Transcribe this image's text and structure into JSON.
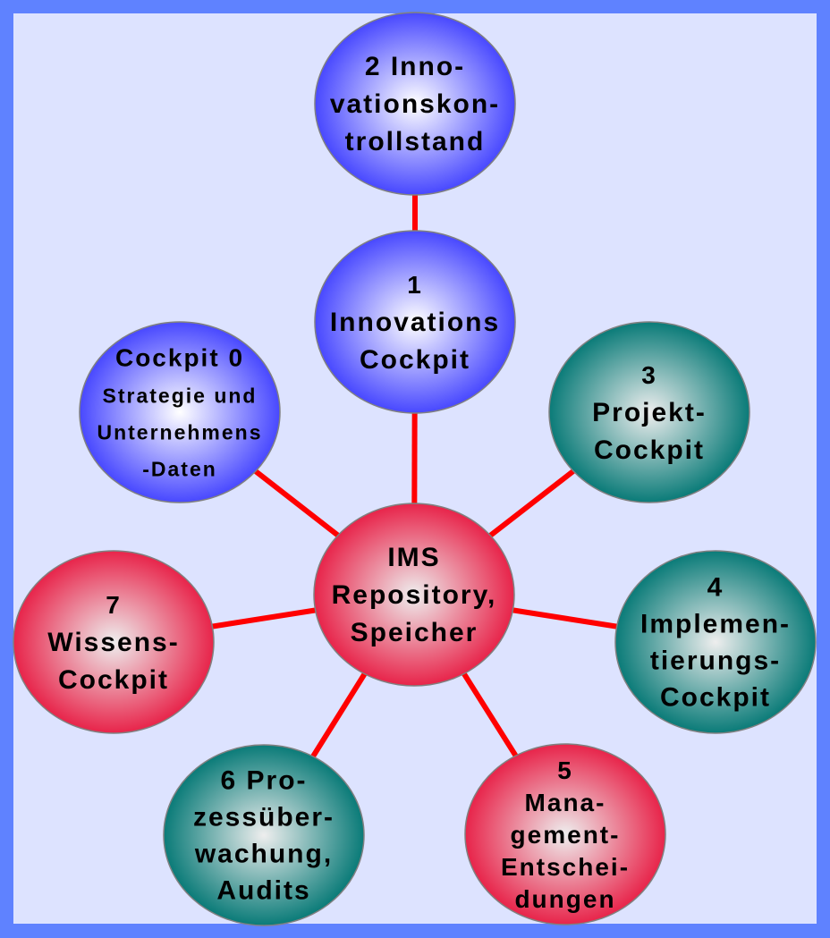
{
  "colors": {
    "border": "#5f82ff",
    "background": "#dde3ff",
    "connector": "#ff0000",
    "blue": "#4848ff",
    "teal": "#0a7b78",
    "red": "#e8244a"
  },
  "center": {
    "id": "ims",
    "lines": [
      "IMS",
      "Repository,",
      "Speicher"
    ],
    "color": "red"
  },
  "nodes": [
    {
      "id": "cockpit-2",
      "lines": [
        "2 Inno-",
        "vationskon-",
        "trollstand"
      ],
      "color": "blue"
    },
    {
      "id": "cockpit-1",
      "lines": [
        "1",
        "Innovations",
        "Cockpit"
      ],
      "color": "blue"
    },
    {
      "id": "cockpit-0",
      "lines": [
        "Cockpit 0",
        "Strategie und",
        "Unternehmens",
        "-Daten"
      ],
      "color": "blue"
    },
    {
      "id": "cockpit-3",
      "lines": [
        "3",
        "Projekt-",
        "Cockpit"
      ],
      "color": "teal"
    },
    {
      "id": "cockpit-4",
      "lines": [
        "4",
        "Implemen-",
        "tierungs-",
        "Cockpit"
      ],
      "color": "teal"
    },
    {
      "id": "cockpit-5",
      "lines": [
        "5",
        "Mana-",
        "gement-",
        "Entschei-",
        "dungen"
      ],
      "color": "red"
    },
    {
      "id": "cockpit-6",
      "lines": [
        "6 Pro-",
        "zessüber-",
        "wachung,",
        "Audits"
      ],
      "color": "teal"
    },
    {
      "id": "cockpit-7",
      "lines": [
        "7",
        "Wissens-",
        "Cockpit"
      ],
      "color": "red"
    }
  ],
  "edges": [
    [
      "cockpit-2",
      "cockpit-1"
    ],
    [
      "cockpit-1",
      "ims"
    ],
    [
      "cockpit-0",
      "ims"
    ],
    [
      "cockpit-3",
      "ims"
    ],
    [
      "cockpit-4",
      "ims"
    ],
    [
      "cockpit-5",
      "ims"
    ],
    [
      "cockpit-6",
      "ims"
    ],
    [
      "cockpit-7",
      "ims"
    ]
  ]
}
